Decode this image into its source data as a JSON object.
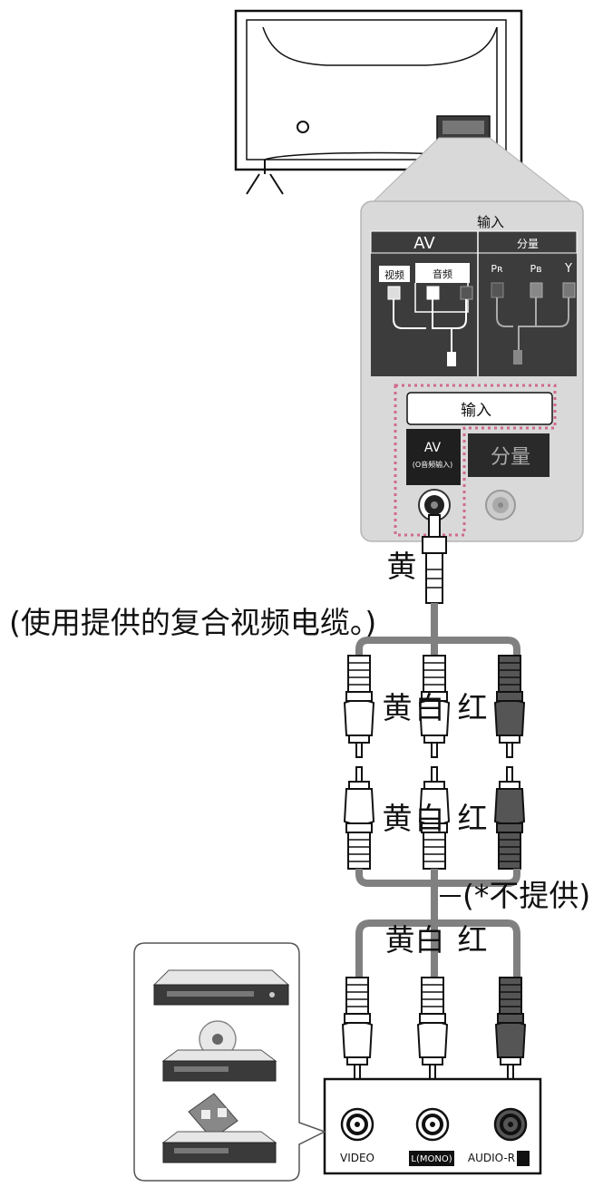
{
  "tv_panel": {
    "top_title": "输入",
    "av_label": "AV",
    "component_label": "分量",
    "video_label": "视频",
    "audio_label": "音频",
    "pr_label": "Pʀ",
    "pb_label": "Pʙ",
    "y_label": "Y",
    "input_label": "输入",
    "av_port_label": "AV",
    "av_port_sublabel": "(O音频输入)",
    "component_port_label": "分量"
  },
  "cable_labels": {
    "yellow_top": "黄",
    "supplied_note": "(使用提供的复合视频电缆。)",
    "yellow": "黄",
    "white": "白",
    "red": "红",
    "not_supplied_note": "(*不提供)"
  },
  "device_panel": {
    "video_label": "VIDEO",
    "l_mono_label": "L(MONO)",
    "audio_r_label": "AUDIO-R"
  },
  "colors": {
    "line": "#111111",
    "panel_gray": "#d9d9d9",
    "panel_dark": "#3c3c3c",
    "dotted_pink": "#d06a8e",
    "cable_gray": "#808080",
    "plug_white": "#ffffff",
    "plug_dark": "#555555"
  }
}
